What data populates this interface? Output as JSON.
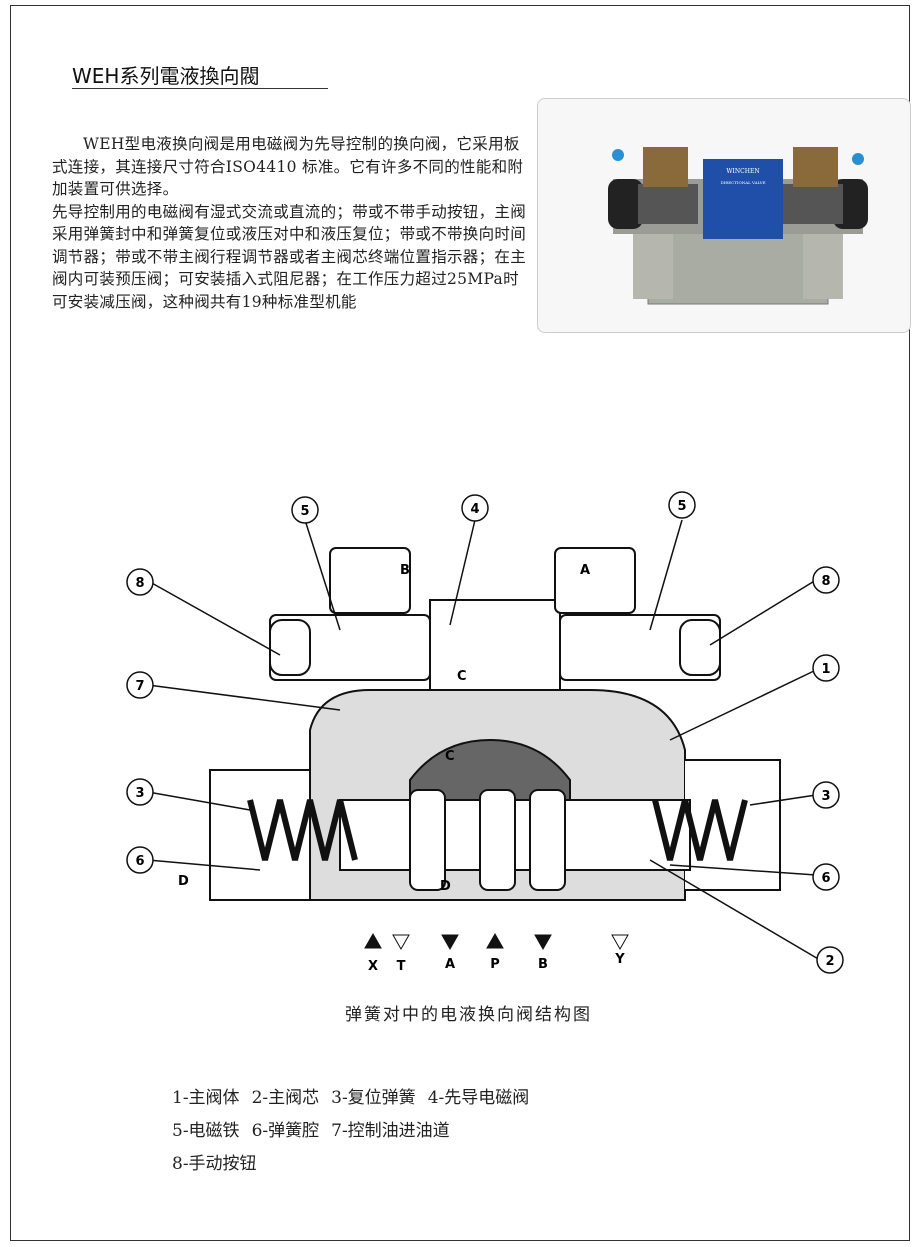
{
  "title": "WEH系列電液換向閥",
  "paragraph": [
    "WEH型电液换向阀是用电磁阀为先导控制的换向阀，它采用板式连接，其连接尺寸符合ISO4410 标准。它有许多不同的性能和附加装置可供选择。",
    "先导控制用的电磁阀有湿式交流或直流的；带或不带手动按钮，主阀采用弹簧封中和弹簧复位或液压对中和液压复位；带或不带换向时间调节器；带或不带主阀行程调节器或者主阀芯终端位置指示器；在主阀内可装预压阀；可安装插入式阻尼器；在工作压力超过25MPa时可安装减压阀，这种阀共有19种标准型机能"
  ],
  "photo": {
    "brand_label": "WINCHEN",
    "plate_label": "DIRECTIONAL VALVE"
  },
  "diagram": {
    "callouts": [
      "5",
      "4",
      "5",
      "8",
      "8",
      "7",
      "1",
      "3",
      "3",
      "6",
      "6",
      "2"
    ],
    "solenoid_labels": [
      "B",
      "A"
    ],
    "section_labels": [
      "C",
      "C",
      "D",
      "D"
    ],
    "ports": [
      "X",
      "T",
      "A",
      "P",
      "B",
      "Y"
    ]
  },
  "caption": "弹簧对中的电液换向阀结构图",
  "legend": [
    [
      "1-主阀体",
      "2-主阀芯",
      "3-复位弹簧",
      "4-先导电磁阀"
    ],
    [
      "5-电磁铁",
      "6-弹簧腔",
      "7-控制油进油道"
    ],
    [
      "8-手动按钮"
    ]
  ]
}
